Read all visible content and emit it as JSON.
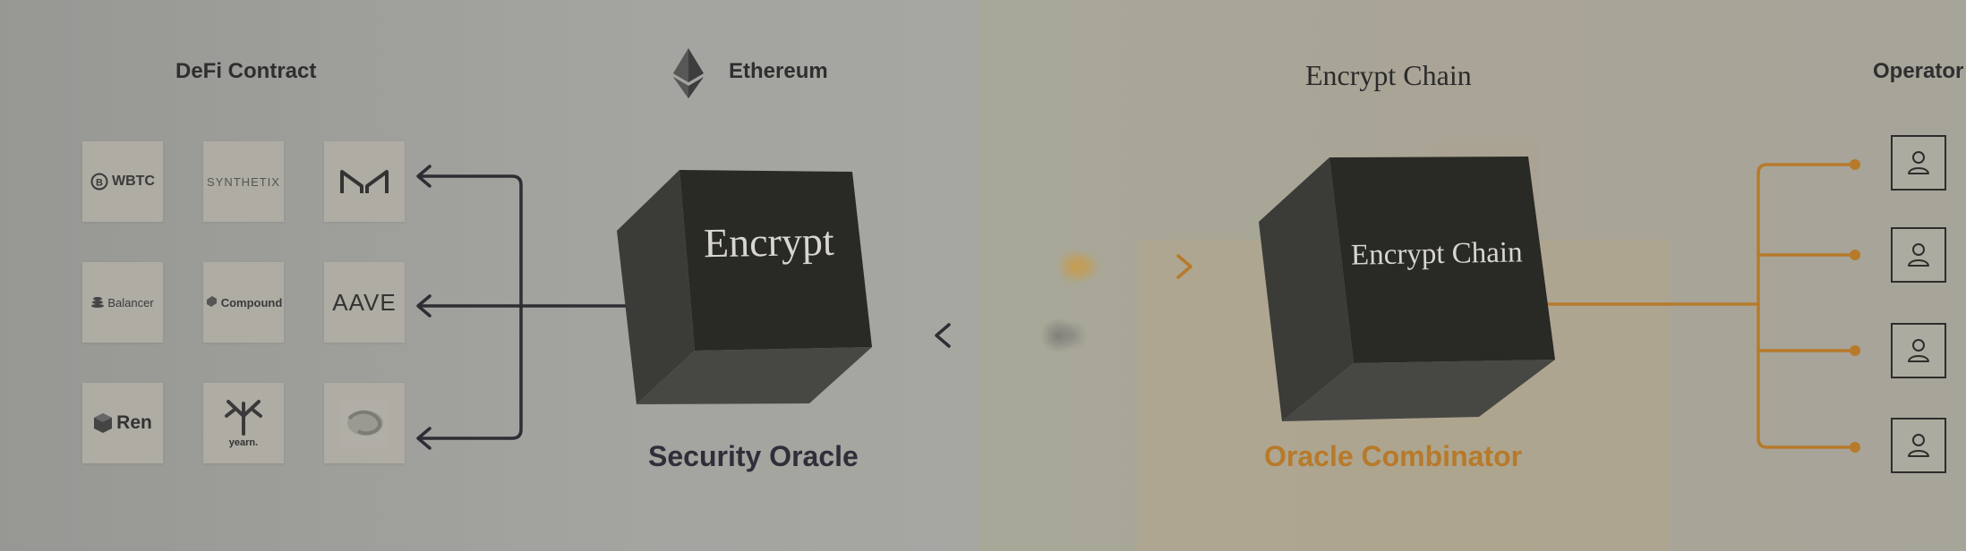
{
  "sections": {
    "defi_title": "DeFi Contract",
    "ethereum_title": "Ethereum",
    "encrypt_chain_title": "Encrypt Chain",
    "operator_title": "Operator"
  },
  "defi_tiles": [
    {
      "label": "WBTC",
      "icon": "wbtc-icon"
    },
    {
      "label": "SYNTHETIX",
      "icon": ""
    },
    {
      "label": "",
      "icon": "maker-icon"
    },
    {
      "label": "Balancer",
      "icon": "balancer-icon"
    },
    {
      "label": "Compound",
      "icon": "compound-icon"
    },
    {
      "label": "AAVE",
      "icon": ""
    },
    {
      "label": "Ren",
      "icon": "ren-icon"
    },
    {
      "label": "yearn.",
      "icon": "yearn-icon"
    },
    {
      "label": "",
      "icon": "swirl-logo-icon"
    }
  ],
  "security_oracle": {
    "cube_label": "Encrypt",
    "caption": "Security Oracle"
  },
  "oracle_combinator": {
    "cube_label": "Encrypt Chain",
    "caption": "Oracle Combinator"
  },
  "operators_count": 4,
  "colors": {
    "dark": "#2d2d33",
    "accent": "#b77a2a",
    "caption_dark": "#2f2f3a",
    "caption_accent": "#b77a2a"
  }
}
